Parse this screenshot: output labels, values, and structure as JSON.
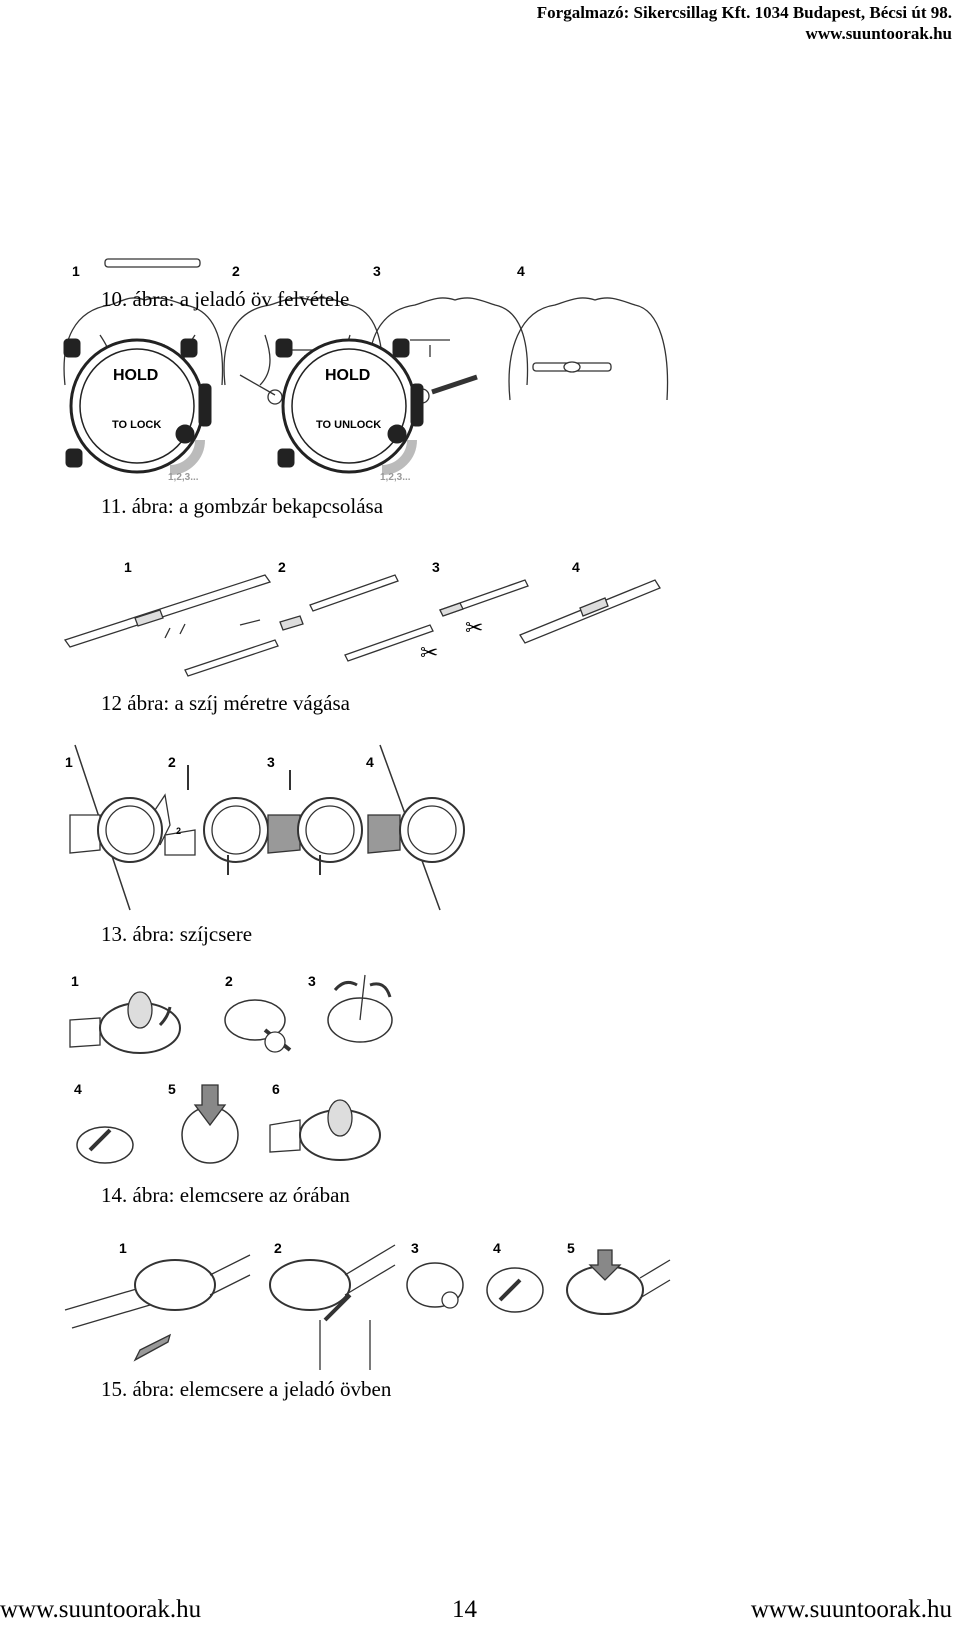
{
  "header": {
    "line1": "Forgalmazó: Sikercsillag Kft. 1034 Budapest, Bécsi út 98.",
    "line2": "www.suuntoorak.hu"
  },
  "figures": [
    {
      "caption": "10. ábra: a jeladó öv felvétele",
      "steps": [
        "1",
        "2",
        "3",
        "4"
      ]
    },
    {
      "caption": "11. ábra: a gombzár bekapcsolása",
      "watch_left": {
        "line1": "HOLD",
        "line2": "TO LOCK",
        "count": "1,2,3..."
      },
      "watch_right": {
        "line1": "HOLD",
        "line2": "TO UNLOCK",
        "count": "1,2,3..."
      }
    },
    {
      "caption": "12 ábra: a szíj méretre vágása",
      "steps": [
        "1",
        "2",
        "3",
        "4"
      ]
    },
    {
      "caption": "13. ábra: szíjcsere",
      "steps": [
        "1",
        "2",
        "3",
        "4"
      ],
      "inset_label": "2"
    },
    {
      "caption": "14. ábra: elemcsere az órában",
      "steps": [
        "1",
        "2",
        "3",
        "4",
        "5",
        "6"
      ]
    },
    {
      "caption": "15. ábra: elemcsere a jeladó övben",
      "steps": [
        "1",
        "2",
        "3",
        "4",
        "5"
      ]
    }
  ],
  "footer": {
    "left": "www.suuntoorak.hu",
    "page_number": "14",
    "right": "www.suuntoorak.hu"
  }
}
